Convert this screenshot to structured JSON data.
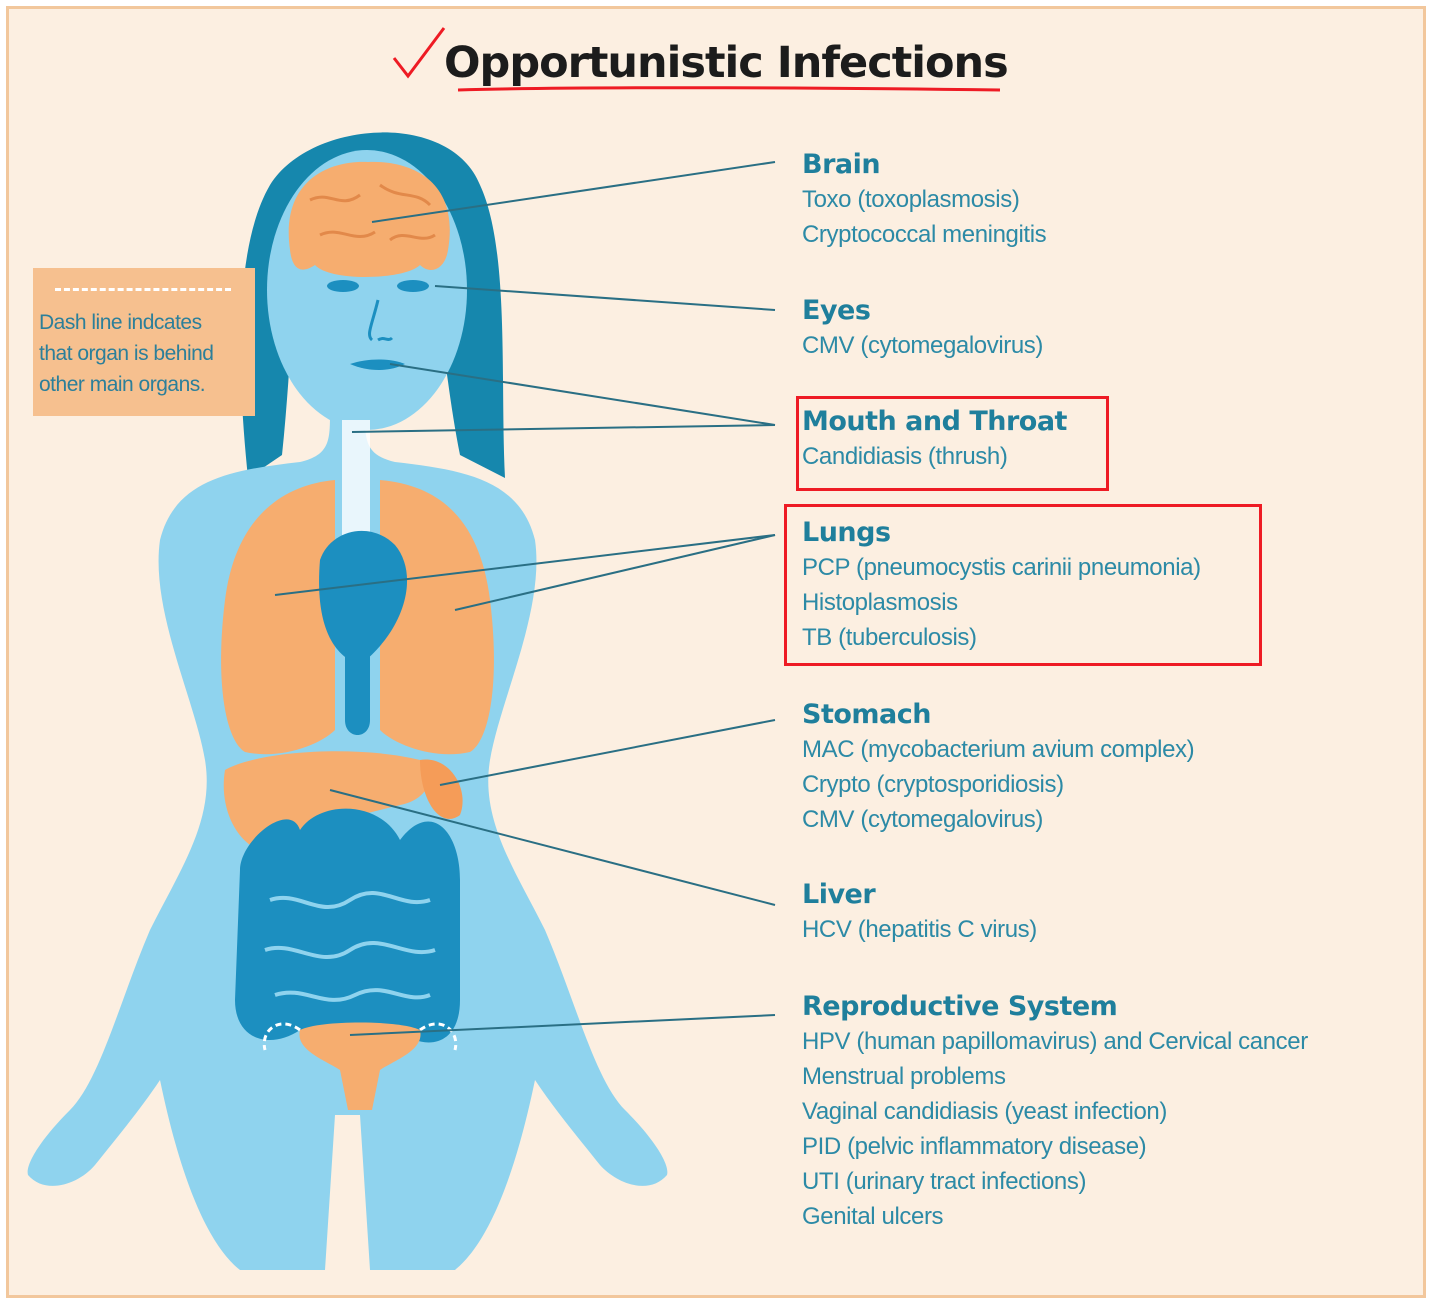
{
  "title": "Opportunistic Infections",
  "legend": {
    "text_lines": [
      "Dash line indcates",
      "that organ is behind",
      "other main organs."
    ]
  },
  "groups": [
    {
      "heading": "Brain",
      "items": [
        "Toxo (toxoplasmosis)",
        "Cryptococcal meningitis"
      ]
    },
    {
      "heading": "Eyes",
      "items": [
        "CMV (cytomegalovirus)"
      ]
    },
    {
      "heading": "Mouth and Throat",
      "items": [
        "Candidiasis (thrush)"
      ]
    },
    {
      "heading": "Lungs",
      "items": [
        "PCP (pneumocystis carinii pneumonia)",
        "Histoplasmosis",
        "TB (tuberculosis)"
      ]
    },
    {
      "heading": "Stomach",
      "items": [
        "MAC (mycobacterium avium complex)",
        "Crypto (cryptosporidiosis)",
        "CMV (cytomegalovirus)"
      ]
    },
    {
      "heading": "Liver",
      "items": [
        "HCV (hepatitis C virus)"
      ]
    },
    {
      "heading": "Reproductive System",
      "items": [
        "HPV (human papillomavirus) and Cervical cancer",
        "Menstrual problems",
        "Vaginal candidiasis (yeast infection)",
        "PID (pelvic inflammatory disease)",
        "UTI (urinary tract infections)",
        "Genital ulcers"
      ]
    }
  ],
  "colors": {
    "background": "#fcefe1",
    "body_skin": "#8fd3ee",
    "hair": "#1687ad",
    "organ_orange": "#f6ad6f",
    "organ_blue": "#1c8fc0",
    "text_teal": "#2c8aa6",
    "annotation_red": "#ee1b24"
  },
  "annotations": {
    "checkmark": "check-mark-icon",
    "highlighted_groups": [
      "Mouth and Throat",
      "Lungs"
    ]
  }
}
